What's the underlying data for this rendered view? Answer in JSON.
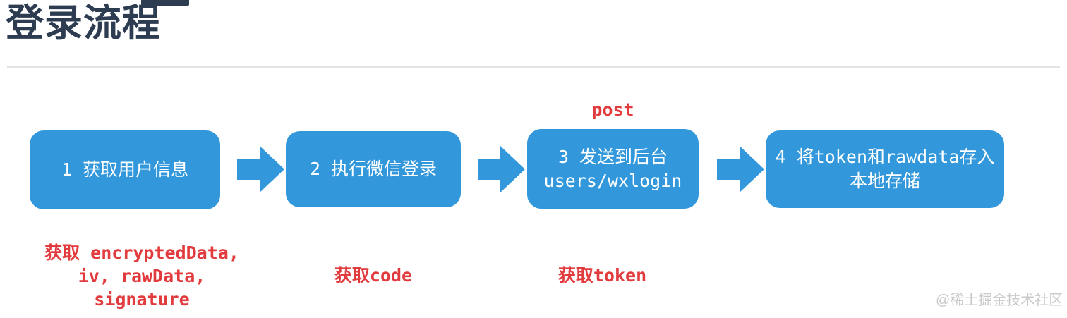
{
  "header": {
    "title": "登录流程"
  },
  "flow": {
    "steps": [
      {
        "lines": [
          "1 获取用户信息"
        ],
        "annotation_below": [
          "获取 encryptedData,",
          "iv, rawData,",
          "signature"
        ]
      },
      {
        "lines": [
          "2 执行微信登录"
        ],
        "annotation_below": [
          "获取code"
        ]
      },
      {
        "lines": [
          "3 发送到后台",
          "users/wxlogin"
        ],
        "annotation_above": "post",
        "annotation_below": [
          "获取token"
        ]
      },
      {
        "lines": [
          "4 将token和rawdata存入",
          "本地存储"
        ]
      }
    ],
    "arrow_icon": "block-arrow-right"
  },
  "footer": {
    "watermark": "@稀土掘金技术社区"
  },
  "colors": {
    "background": "#ffffff",
    "box_blue": "#3398db",
    "arrow_blue": "#3398db",
    "annotation_red": "#e23b3e",
    "title_color": "#2d3c50",
    "divider": "#e3e3e3",
    "watermark_gray": "#c9c9c9"
  }
}
